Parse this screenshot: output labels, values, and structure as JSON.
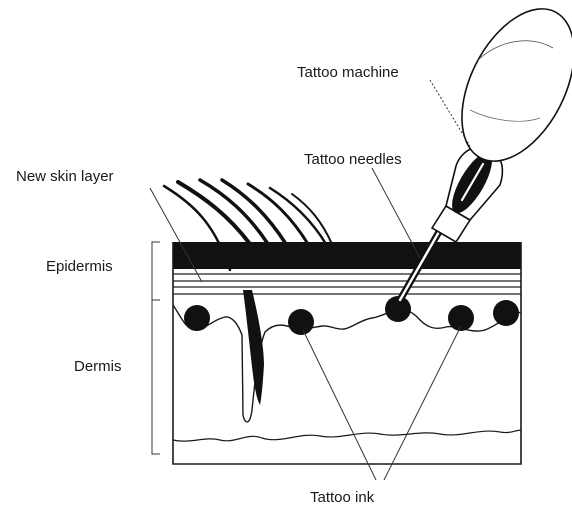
{
  "labels": {
    "tattoo_machine": "Tattoo machine",
    "tattoo_needles": "Tattoo needles",
    "new_skin_layer": "New skin layer",
    "epidermis": "Epidermis",
    "dermis": "Dermis",
    "tattoo_ink": "Tattoo ink"
  },
  "colors": {
    "ink": "#111111",
    "line": "#1a1a1a",
    "skin_light": "#ffffff",
    "machine_fill": "#ffffff"
  }
}
